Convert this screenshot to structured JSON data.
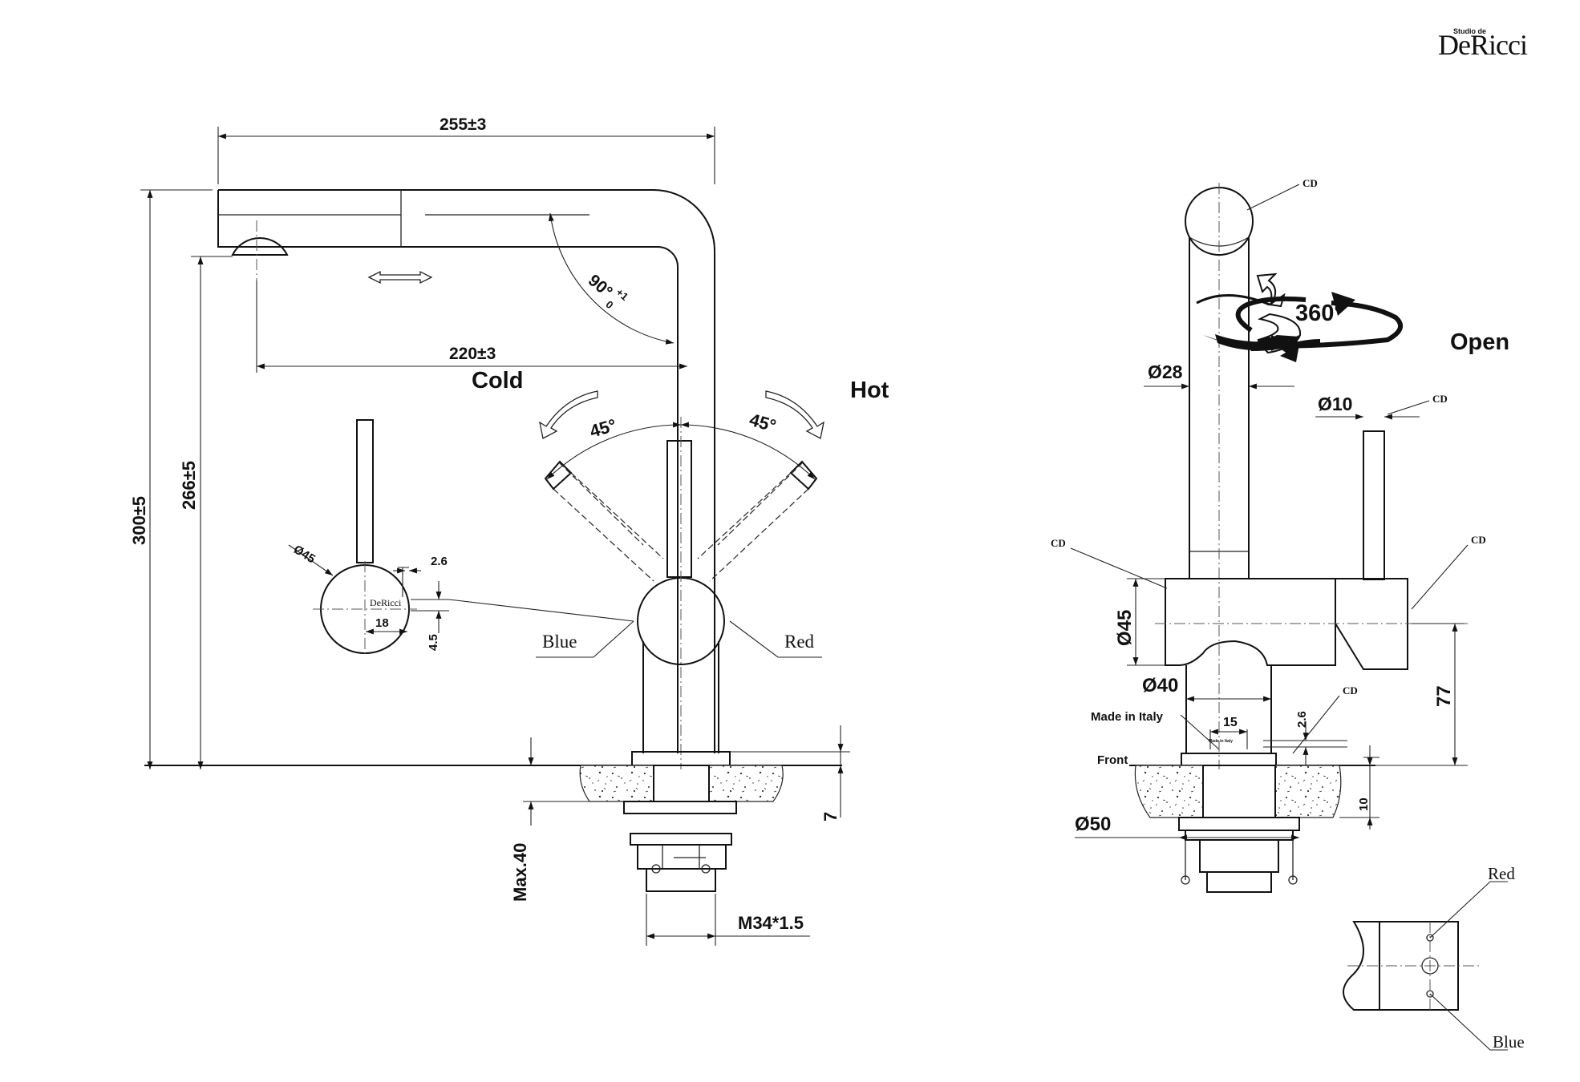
{
  "brand": {
    "name": "DeRicci",
    "tag": "Studio de"
  },
  "side_view": {
    "dim_width": "255±3",
    "dim_reach": "220±3",
    "dim_height_total": "300±5",
    "dim_height_spout": "266±5",
    "dim_angle": "90°",
    "dim_angle_tol_upper": "+1",
    "dim_angle_tol_lower": "0",
    "label_cold": "Cold",
    "label_hot": "Hot",
    "angle_cold": "45°",
    "angle_hot": "45°",
    "label_blue": "Blue",
    "label_red": "Red",
    "dim_deck": "7",
    "dim_max": "Max.40",
    "dim_thread": "M34*1.5"
  },
  "detail_view": {
    "dim_body": "Ø45",
    "dim_thk": "2.6",
    "dim_logo_w": "18",
    "dim_logo_h": "4.5",
    "logo_text": "DeRicci"
  },
  "front_view": {
    "dim_spout": "Ø28",
    "rotation": "360°",
    "label_open": "Open",
    "dim_lever": "Ø10",
    "cd_labels": [
      "CD",
      "CD",
      "CD",
      "CD",
      "CD"
    ],
    "dim_body": "Ø45",
    "dim_base": "Ø40",
    "dim_height": "77",
    "label_made": "Made in Italy",
    "label_made_small": "Made in Italy",
    "dim_plate_w": "15",
    "dim_plate_t": "2.6",
    "label_front": "Front",
    "dim_deck": "10",
    "dim_flange": "Ø50"
  },
  "handle_detail": {
    "label_red": "Red",
    "label_blue": "Blue"
  }
}
